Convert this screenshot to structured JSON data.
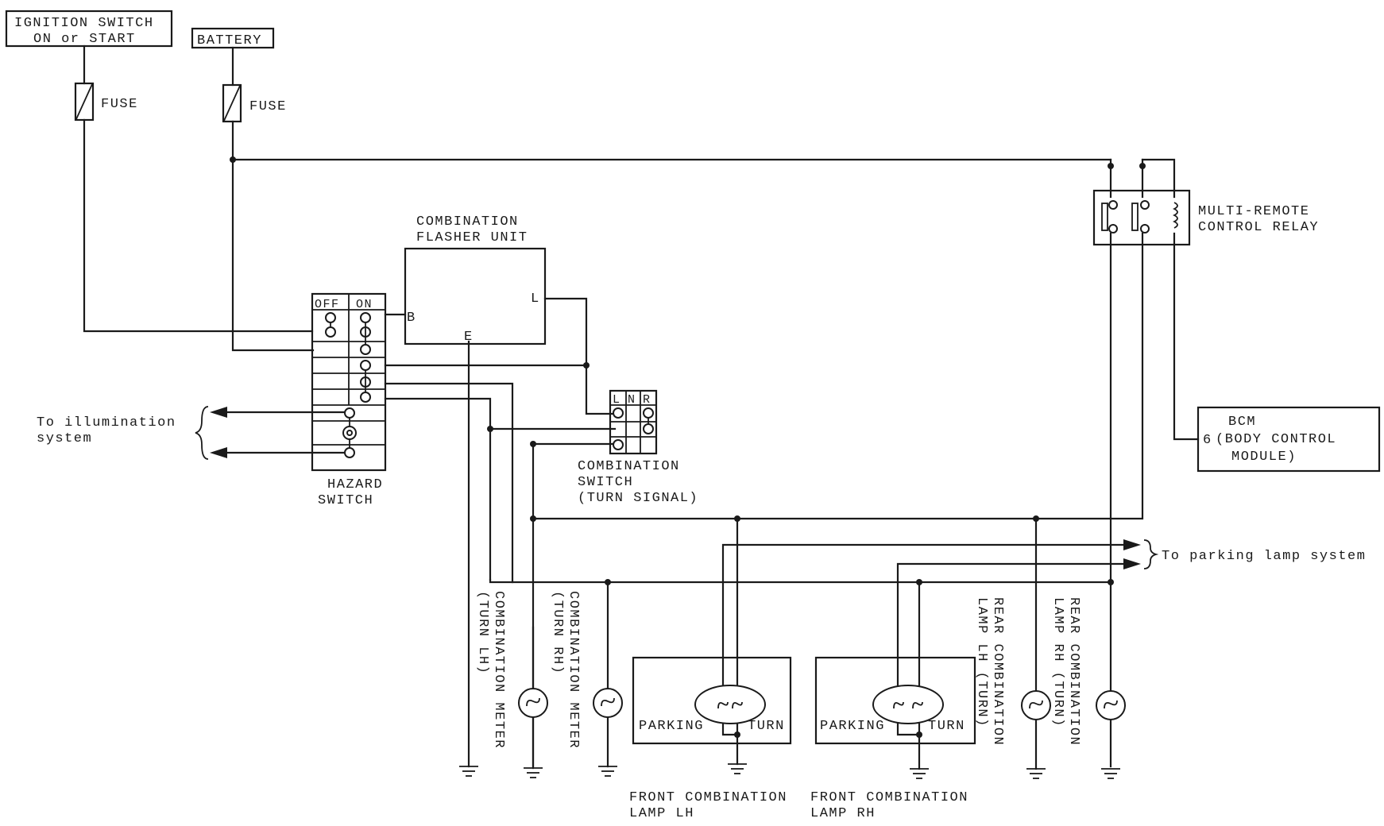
{
  "labels": {
    "ignition_line1": "IGNITION SWITCH",
    "ignition_line2": "ON or START",
    "battery": "BATTERY",
    "fuse": "FUSE",
    "flasher_line1": "COMBINATION",
    "flasher_line2": "FLASHER UNIT",
    "terminal_b": "B",
    "terminal_l": "L",
    "terminal_e": "E",
    "hazard_off": "OFF",
    "hazard_on": "ON",
    "hazard_line1": "HAZARD",
    "hazard_line2": "SWITCH",
    "illum_line1": "To illumination",
    "illum_line2": "system",
    "turnsw_l": "L",
    "turnsw_n": "N",
    "turnsw_r": "R",
    "turnsw_line1": "COMBINATION",
    "turnsw_line2": "SWITCH",
    "turnsw_line3": "(TURN SIGNAL)",
    "relay_line1": "MULTI-REMOTE",
    "relay_line2": "CONTROL RELAY",
    "bcm_line1": "BCM",
    "bcm_line2": "(BODY CONTROL",
    "bcm_line3": "MODULE)",
    "bcm_pin": "6",
    "parking_sys": "To parking lamp system",
    "meter_lh_line1": "COMBINATION METER",
    "meter_lh_line2": "(TURN LH)",
    "meter_rh_line1": "COMBINATION METER",
    "meter_rh_line2": "(TURN RH)",
    "front_parking": "PARKING",
    "front_turn": "TURN",
    "front_lh_line1": "FRONT COMBINATION",
    "front_lh_line2": "LAMP LH",
    "front_rh_line1": "FRONT COMBINATION",
    "front_rh_line2": "LAMP RH",
    "rear_lh_line1": "REAR COMBINATION",
    "rear_lh_line2": "LAMP LH (TURN)",
    "rear_rh_line1": "REAR COMBINATION",
    "rear_rh_line2": "LAMP RH (TURN)"
  },
  "colors": {
    "ink": "#1a1a1a",
    "paper": "#ffffff"
  }
}
